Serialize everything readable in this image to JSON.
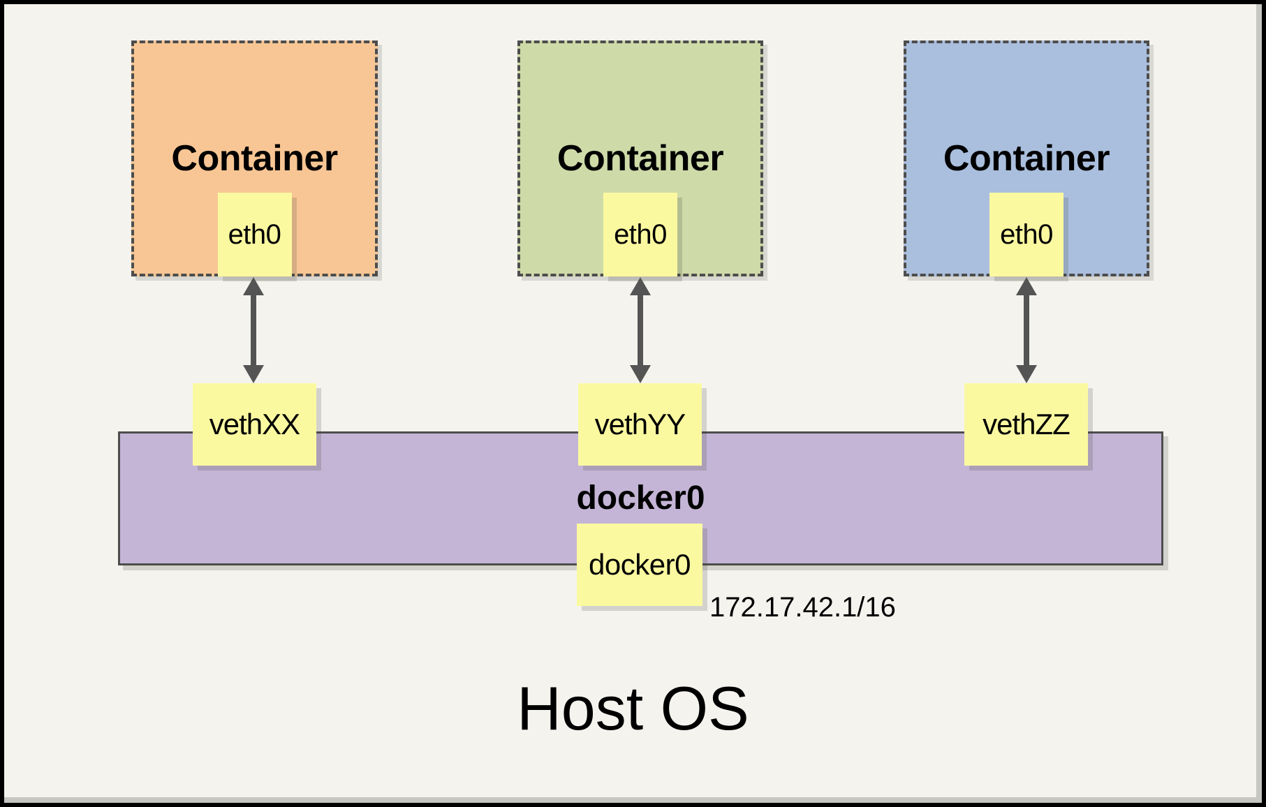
{
  "title": "Host OS",
  "containers": [
    {
      "label": "Container",
      "interface": "eth0",
      "veth": "vethXX",
      "fill": "#f8c694"
    },
    {
      "label": "Container",
      "interface": "eth0",
      "veth": "vethYY",
      "fill": "#cedaa8"
    },
    {
      "label": "Container",
      "interface": "eth0",
      "veth": "vethZZ",
      "fill": "#aabfdd"
    }
  ],
  "bridge": {
    "label": "docker0",
    "interface_box": "docker0",
    "ip": "172.17.42.1/16",
    "fill": "#c4b5d6"
  },
  "colors": {
    "background": "#f4f3ee",
    "note_yellow": "#fbf9a0",
    "stroke": "#4d4d4d",
    "arrow": "#545454",
    "frame": "#000000"
  }
}
